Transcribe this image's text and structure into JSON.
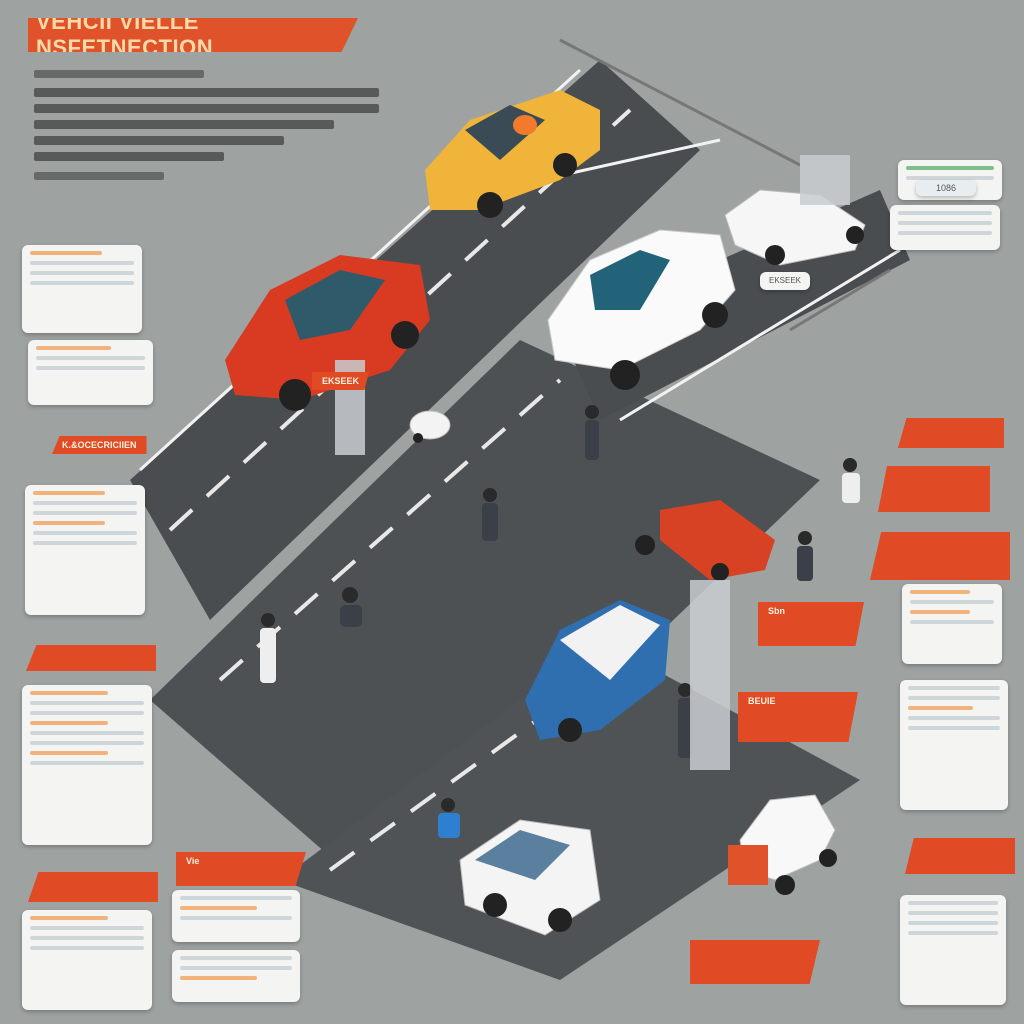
{
  "header": {
    "title": "VEHCII VIELLE NSFETNECTION"
  },
  "labels": {
    "left_tag_1": "K.&OCECRICIIEN",
    "mid_sign_1": "EKSEEK",
    "mid_sign_2": "EKSEEK",
    "right_small_1": "1086",
    "bottom_tag_1": "Vie",
    "right_tag_1": "BEUIE",
    "right_tag_2": "Sbn"
  },
  "colors": {
    "background": "#9ea3a2",
    "road": "#4a4d50",
    "accent": "#e04a24",
    "card": "#f4f4f2",
    "taxi": "#f0b43a",
    "red_car": "#d83a22",
    "white_car": "#ffffff",
    "blue_car": "#2f6fb0"
  },
  "icons": {
    "cars": [
      "yellow-taxi-icon",
      "red-suv-icon",
      "white-suv-icon",
      "white-hatchback-icon",
      "blue-white-car-icon",
      "white-van-icon",
      "small-white-car-icon",
      "red-trailer-icon"
    ],
    "people": [
      "mechanic-figure-icon"
    ]
  }
}
